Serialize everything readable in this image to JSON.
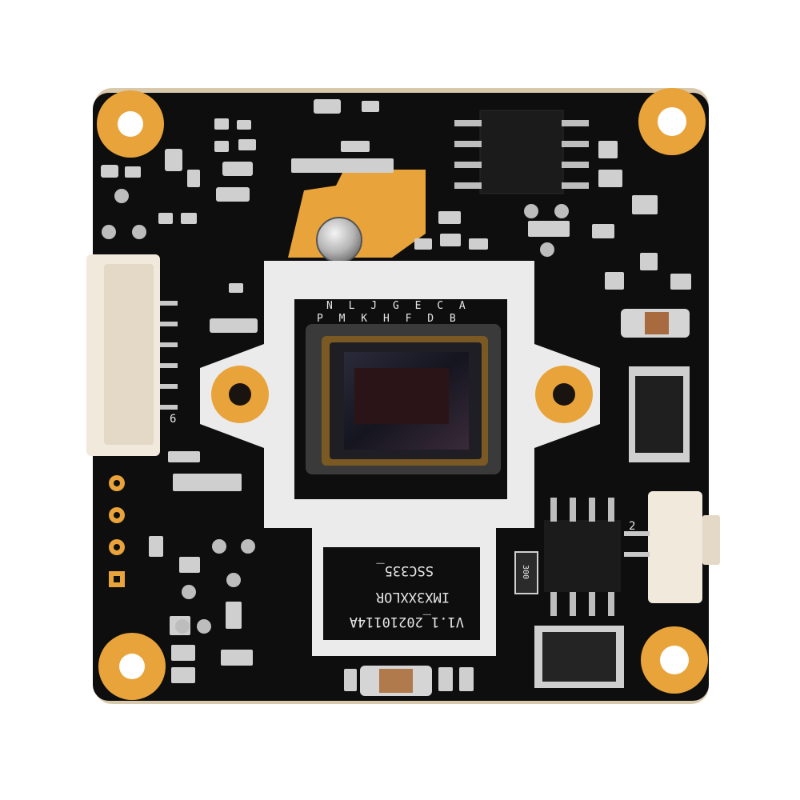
{
  "colors": {
    "background": "#ffffff",
    "pcb": "#0d0d0d",
    "silkscreen": "#e8e8e8",
    "gold_pad": "#e8a33a",
    "sensor_glass": "#1a1a1f",
    "connector": "#efe6d8"
  },
  "silkscreen": {
    "label_line1": "V1.1_20210114A",
    "label_line2": "IMX3XXLOR",
    "label_line3": "SSC335_",
    "pin_row_top": "N L J G E C A",
    "pin_row_bottom": "P M K H F D B",
    "connector_left_pin": "6",
    "connector_right_pin": "2",
    "resistor_code": "300"
  },
  "icons": {
    "mount_hole": "mount-hole-icon",
    "sensor": "image-sensor-icon",
    "connector": "connector-icon"
  }
}
